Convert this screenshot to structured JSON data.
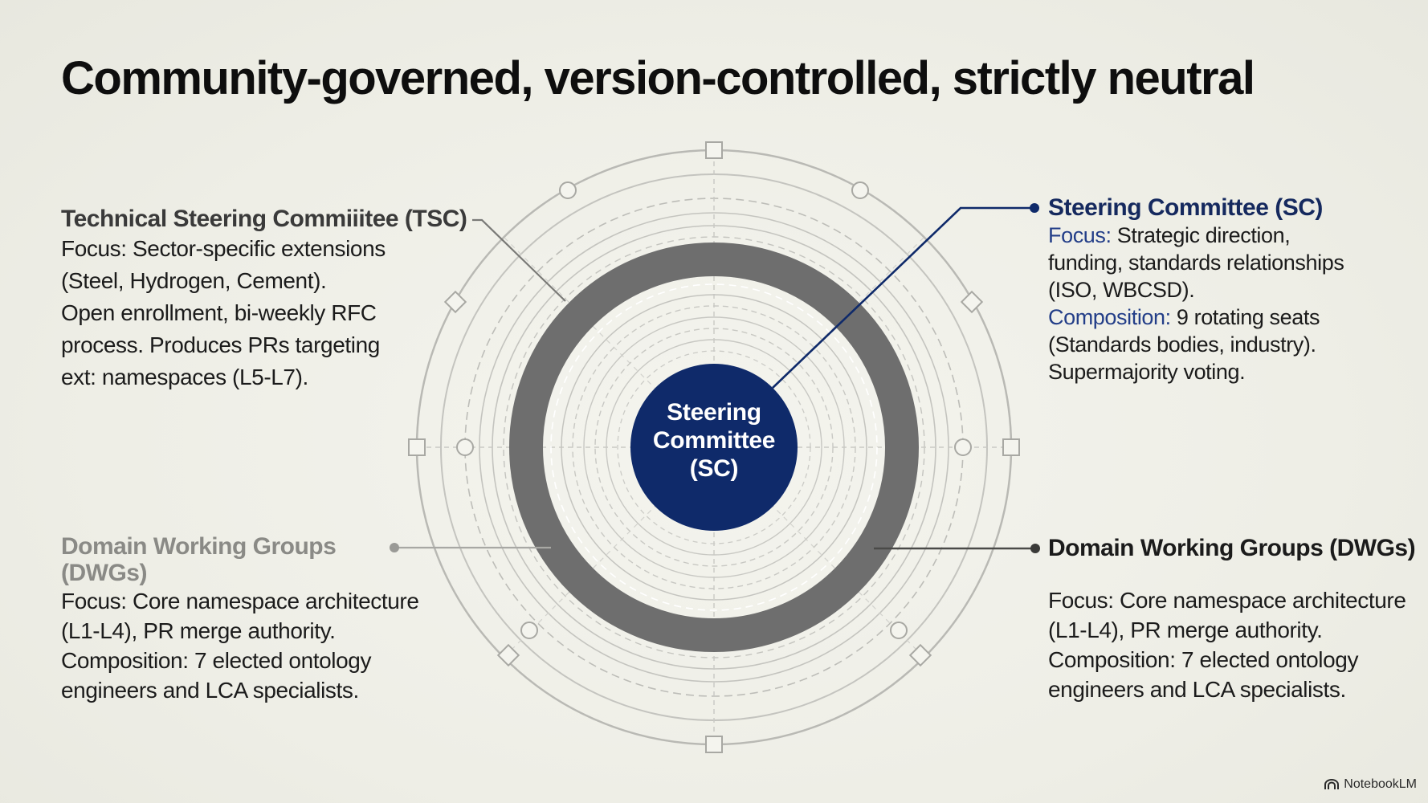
{
  "title": "Community-governed, version-controlled, strictly neutral",
  "center": {
    "lines": [
      "Steering",
      "Committee",
      "(SC)"
    ]
  },
  "tsc": {
    "heading": "Technical Steering Commiiitee (TSC)",
    "lines": [
      "Focus: Sector-specific extensions",
      "(Steel, Hydrogen, Cement).",
      "Open enrollment, bi-weekly RFC",
      "process. Produces PRs targeting",
      "ext: namespaces (L5-L7)."
    ]
  },
  "sc": {
    "heading": "Steering Committee (SC)",
    "focus_label": "Focus:",
    "focus_lines": [
      " Strategic direction,",
      "funding, standards relationships",
      "(ISO, WBCSD)."
    ],
    "composition_label": "Composition:",
    "composition_lines": [
      " 9 rotating seats",
      "(Standards bodies, industry).",
      "Supermajority voting."
    ]
  },
  "dwg_left": {
    "heading_lines": [
      "Domain Working Groups",
      "(DWGs)"
    ],
    "lines": [
      "Focus: Core namespace architecture",
      "(L1-L4), PR merge authority.",
      "Composition: 7 elected ontology",
      "engineers and LCA specialists."
    ]
  },
  "dwg_right": {
    "heading": "Domain Working Groups (DWGs)",
    "lines": [
      "Focus: Core namespace architecture",
      "(L1-L4), PR merge authority.",
      "Composition: 7 elected ontology",
      "engineers and LCA specialists."
    ]
  },
  "brand": {
    "name": "NotebookLM",
    "icon": "notebooklm-logo-icon"
  },
  "colors": {
    "navy": "#0f2a6a",
    "ring_dark": "#6b6b6b",
    "line_gray": "#9a9a96",
    "background": "#efefe8"
  }
}
